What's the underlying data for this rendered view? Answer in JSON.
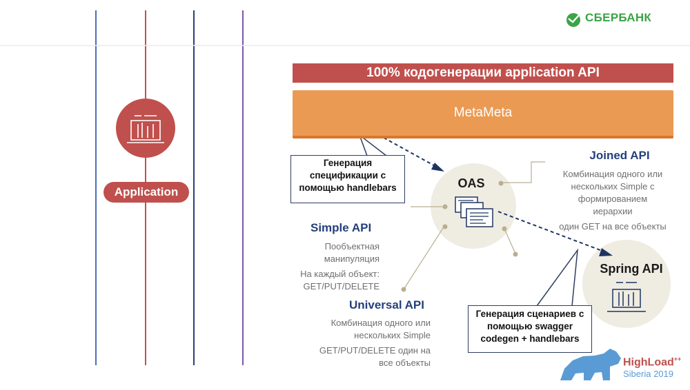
{
  "header": {
    "logo_text": "СБЕРБАНК"
  },
  "sidebar": {
    "app_label": "Application"
  },
  "banner": {
    "text": "100% кодогенерации  application  API"
  },
  "metameta": {
    "label": "MetaMeta"
  },
  "oas": {
    "label": "OAS"
  },
  "spring": {
    "label": "Spring  API"
  },
  "callout_handlebars": {
    "lines": [
      "Генерация",
      "спецификации с",
      "помощью handlebars"
    ]
  },
  "callout_swagger": {
    "lines": [
      "Генерация сценариев с",
      "помощью swagger",
      "codegen + handlebars"
    ]
  },
  "joined_api": {
    "title": "Joined API",
    "desc": [
      "Комбинация одного или",
      "нескольких Simple с",
      "формированием",
      "иерархии"
    ],
    "extra": "один GET на все объекты"
  },
  "simple_api": {
    "title": "Simple API",
    "desc": [
      "Пообъектная",
      "манипуляция"
    ],
    "extra": [
      "На каждый объект:",
      "GET/PUT/DELETE"
    ]
  },
  "universal_api": {
    "title": "Universal API",
    "desc": [
      "Комбинация одного или",
      "нескольких Simple"
    ],
    "extra": [
      "GET/PUT/DELETE один на",
      "все объекты"
    ]
  },
  "highload": {
    "brand": "HighLoad",
    "sup": "++",
    "sub": "Siberia 2019"
  },
  "colors": {
    "brand_red": "#c0504d",
    "orange": "#eb9a53",
    "navy": "#243f7a",
    "sber_green": "#3aa447",
    "bear_blue": "#5b9bd5",
    "circle_beige": "#efece2"
  }
}
